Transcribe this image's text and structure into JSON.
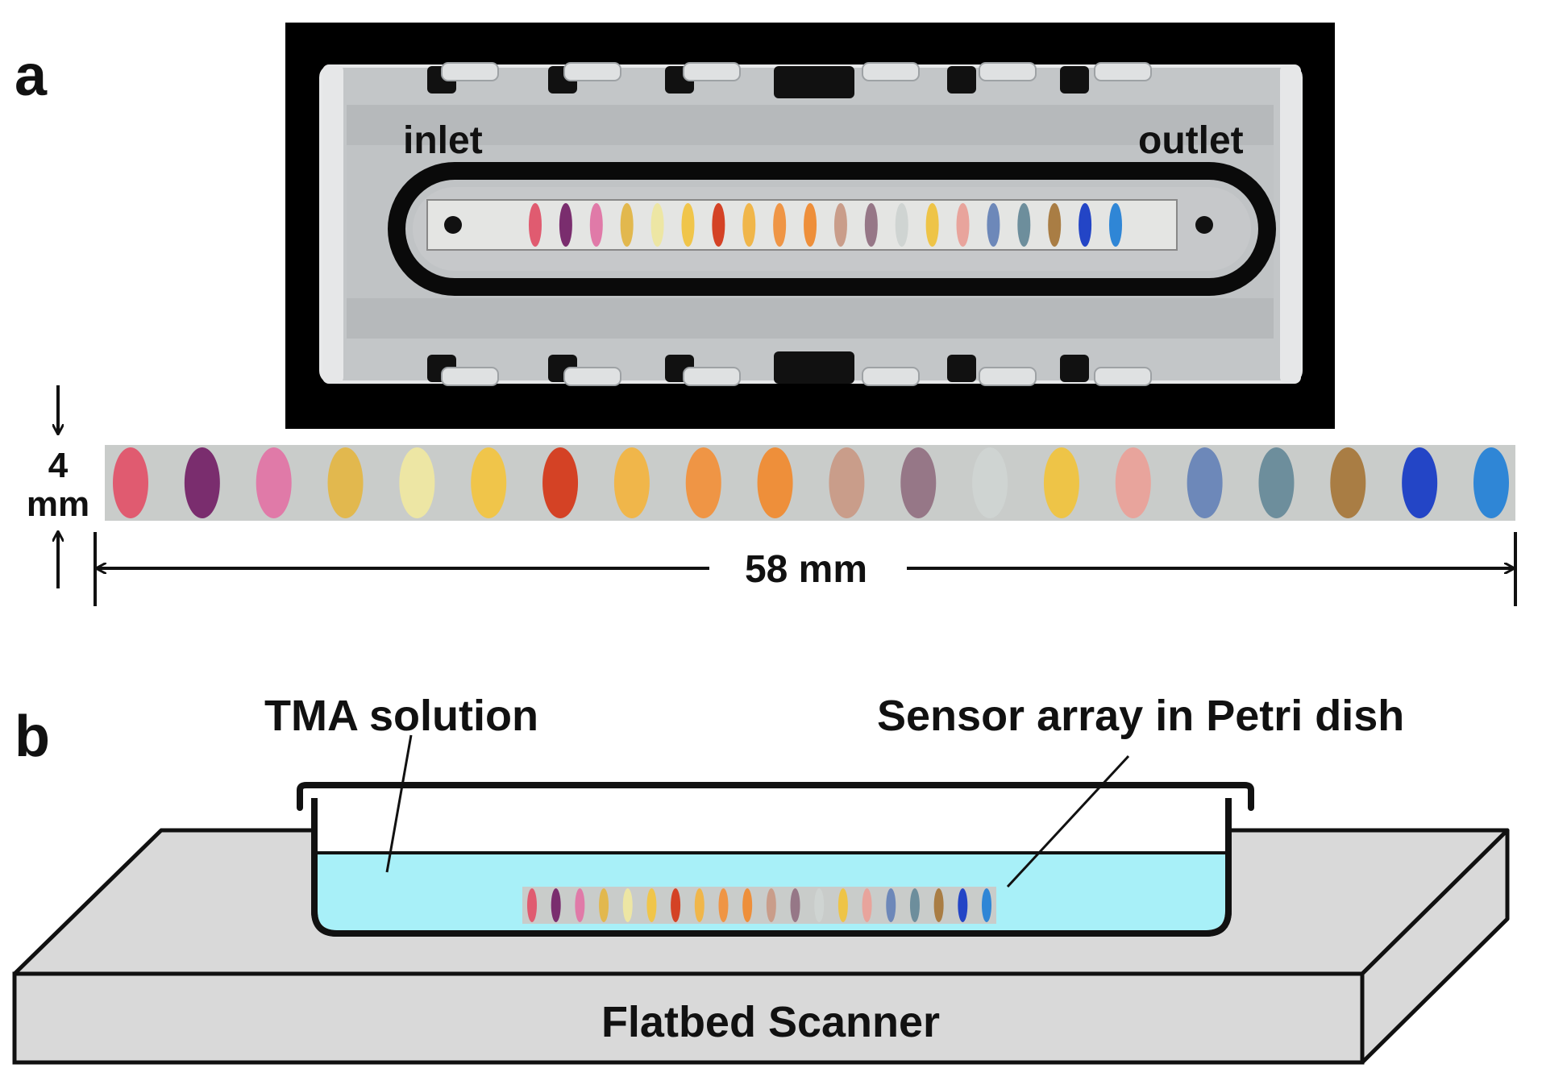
{
  "panel_a": {
    "label": "a",
    "inlet_label": "inlet",
    "outlet_label": "outlet",
    "height_value": "4",
    "height_unit": "mm",
    "length_label": "58 mm",
    "spot_colors": [
      "#e05b70",
      "#7a2d6e",
      "#e07aa8",
      "#e2b84e",
      "#ede6a4",
      "#f0c54a",
      "#d44225",
      "#f0b64a",
      "#ef9545",
      "#ee8f3a",
      "#c99d8a",
      "#967787",
      "#cfd4d2",
      "#eec447",
      "#e8a49c",
      "#6d88b9",
      "#6d8e9c",
      "#a97d44",
      "#2345c6",
      "#2f86d6"
    ]
  },
  "panel_b": {
    "label": "b",
    "solution_label": "TMA solution",
    "sensor_label": "Sensor array in Petri dish",
    "scanner_label": "Flatbed Scanner"
  },
  "colors": {
    "solution": "#a8f0f8",
    "scanner": "#d9d9d9",
    "cartridge_bg": "#000000",
    "cartridge_metal": "#c3c6c8"
  }
}
